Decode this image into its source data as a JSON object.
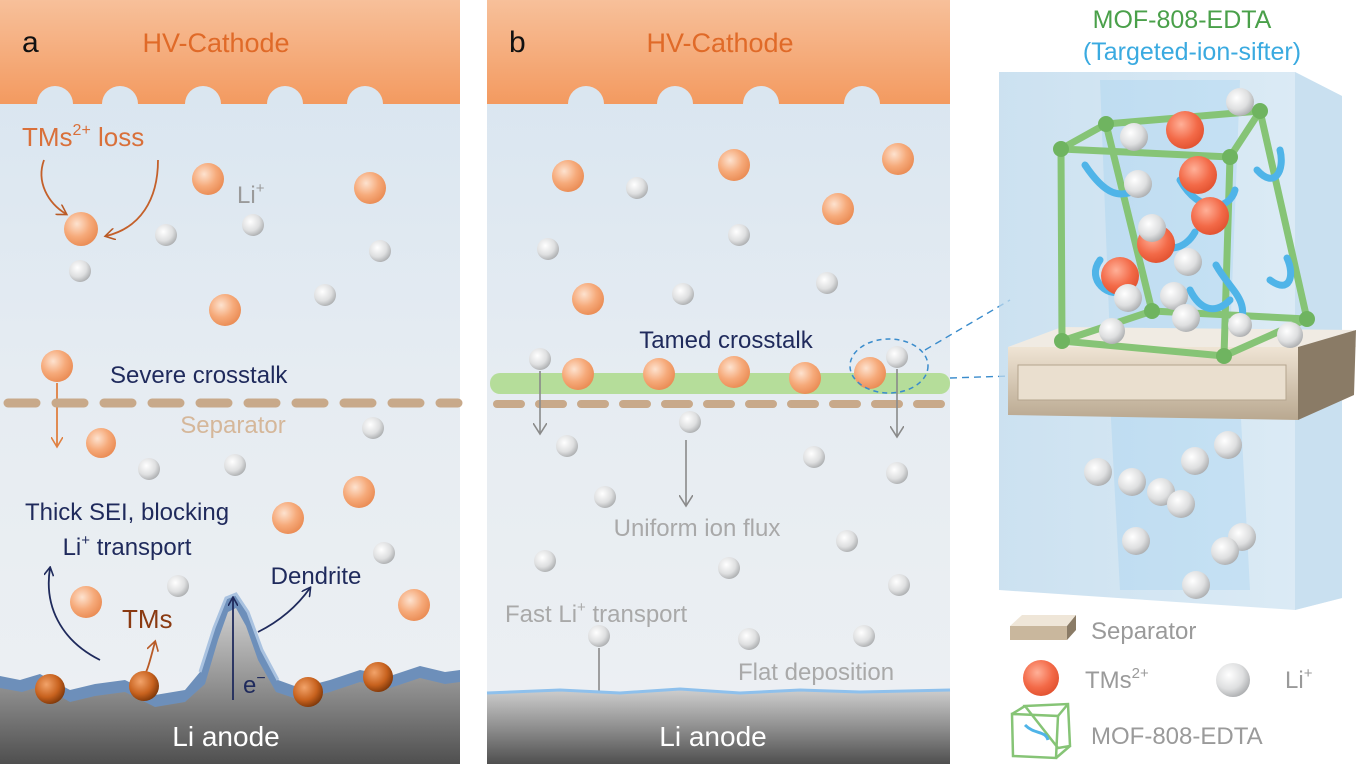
{
  "panel_a": {
    "letter": "a",
    "cathode": "HV-Cathode",
    "tms_loss_main": "TMs",
    "tms_loss_sup": "2+",
    "tms_loss_tail": " loss",
    "li_main": "Li",
    "li_sup": "+",
    "crosstalk": "Severe crosstalk",
    "separator": "Separator",
    "sei_line1": "Thick SEI, blocking",
    "sei_line2_main": "Li",
    "sei_line2_sup": "+",
    "sei_line2_tail": " transport",
    "dendrite": "Dendrite",
    "tms": "TMs",
    "electron_main": "e",
    "electron_sup": "−",
    "anode": "Li anode"
  },
  "panel_b": {
    "letter": "b",
    "cathode": "HV-Cathode",
    "crosstalk": "Tamed crosstalk",
    "uniform": "Uniform ion flux",
    "fast_main": "Fast Li",
    "fast_sup": "+",
    "fast_tail": " transport",
    "flat": "Flat deposition",
    "anode": "Li anode"
  },
  "panel_c": {
    "title": "MOF-808-EDTA",
    "subtitle": "(Targeted-ion-sifter)"
  },
  "legend": {
    "separator": "Separator",
    "tms_main": "TMs",
    "tms_sup": "2+",
    "li_main": "Li",
    "li_sup": "+",
    "mof": "MOF-808-EDTA"
  },
  "colors": {
    "cathode": "#f4a570",
    "tm_ion": "#f5a26e",
    "li_ion": "#d9dadb",
    "crosstalk_text": "#1f2a5c",
    "separator": "#c8a98a",
    "filter_band": "#a8d890",
    "mof_frame": "#8cc878",
    "mof_linker": "#4fb4e8",
    "mof_title": "#4aa04a",
    "mof_subtitle": "#3aaae0",
    "anode": "#6a6a6a",
    "sei": "#6d8fba"
  },
  "icons": [
    "tm-ion-sphere",
    "li-ion-sphere",
    "separator-slab",
    "mof-cage"
  ]
}
